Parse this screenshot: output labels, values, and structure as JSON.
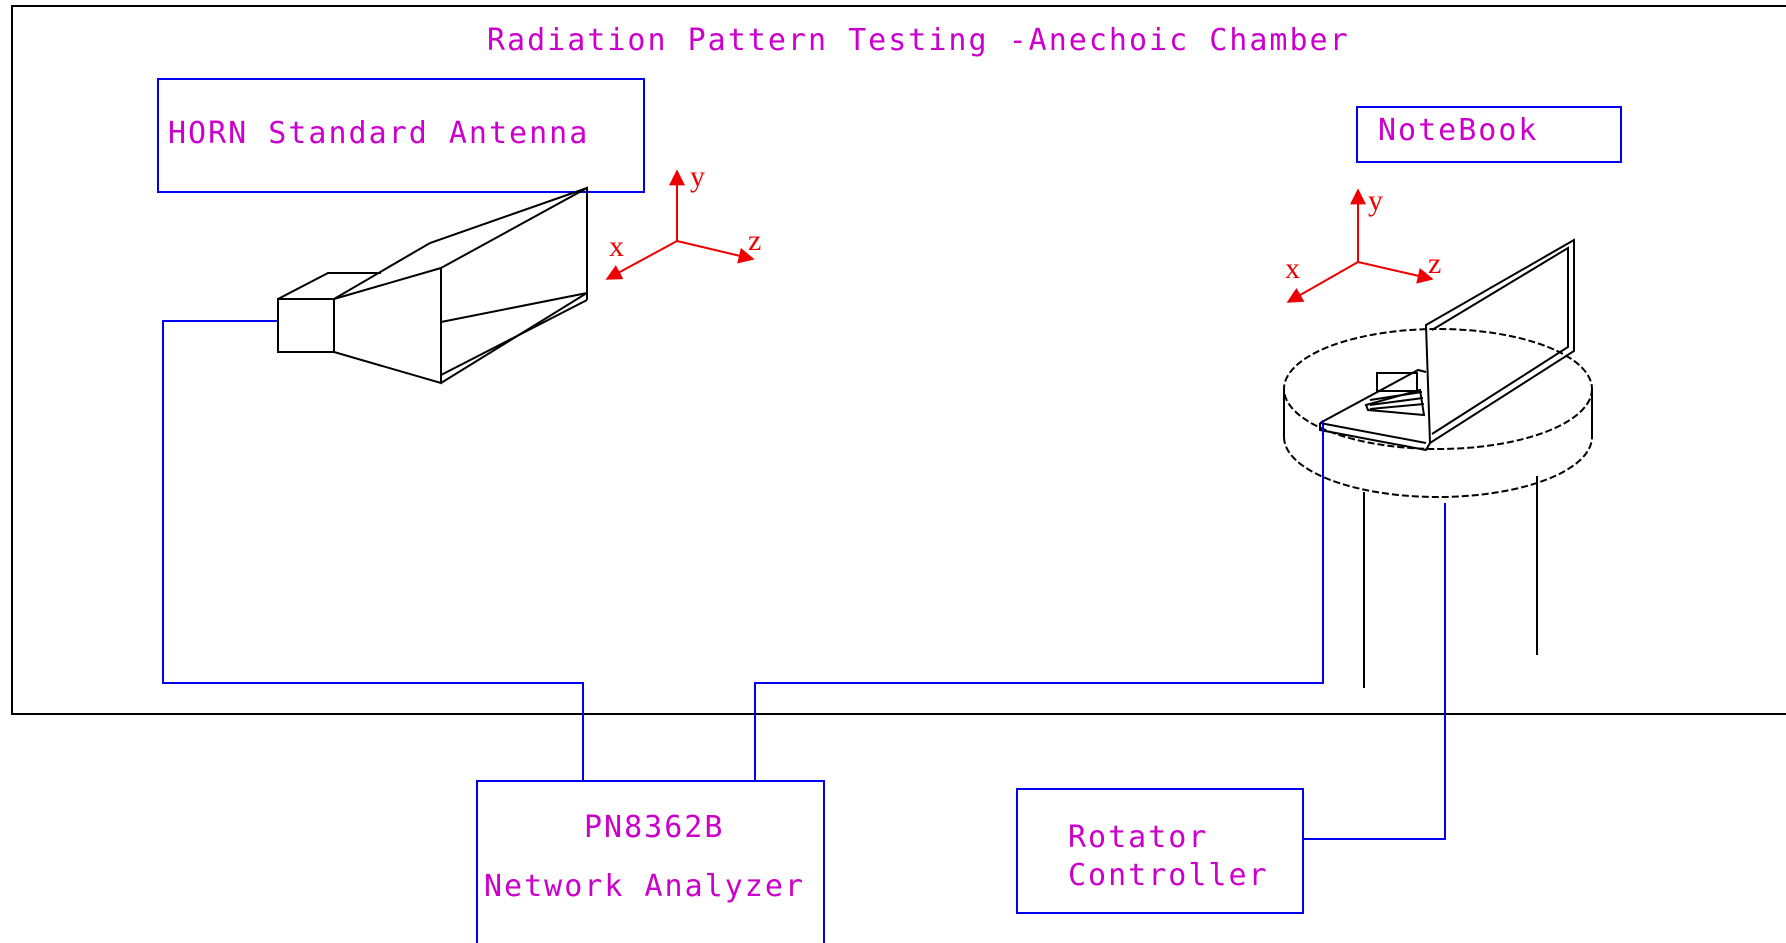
{
  "title": "Radiation Pattern Testing -Anechoic Chamber",
  "horn_label": "HORN Standard Antenna",
  "notebook_label": "NoteBook",
  "analyzer": {
    "model": "PN8362B",
    "name": "Network Analyzer"
  },
  "rotator": {
    "line1": "Rotator",
    "line2": "Controller"
  },
  "axes": {
    "x": "x",
    "y": "y",
    "z": "z"
  },
  "colors": {
    "label": "#cc00cc",
    "cable": "#0000ee",
    "axis": "#ee0000",
    "outline": "#000000"
  }
}
